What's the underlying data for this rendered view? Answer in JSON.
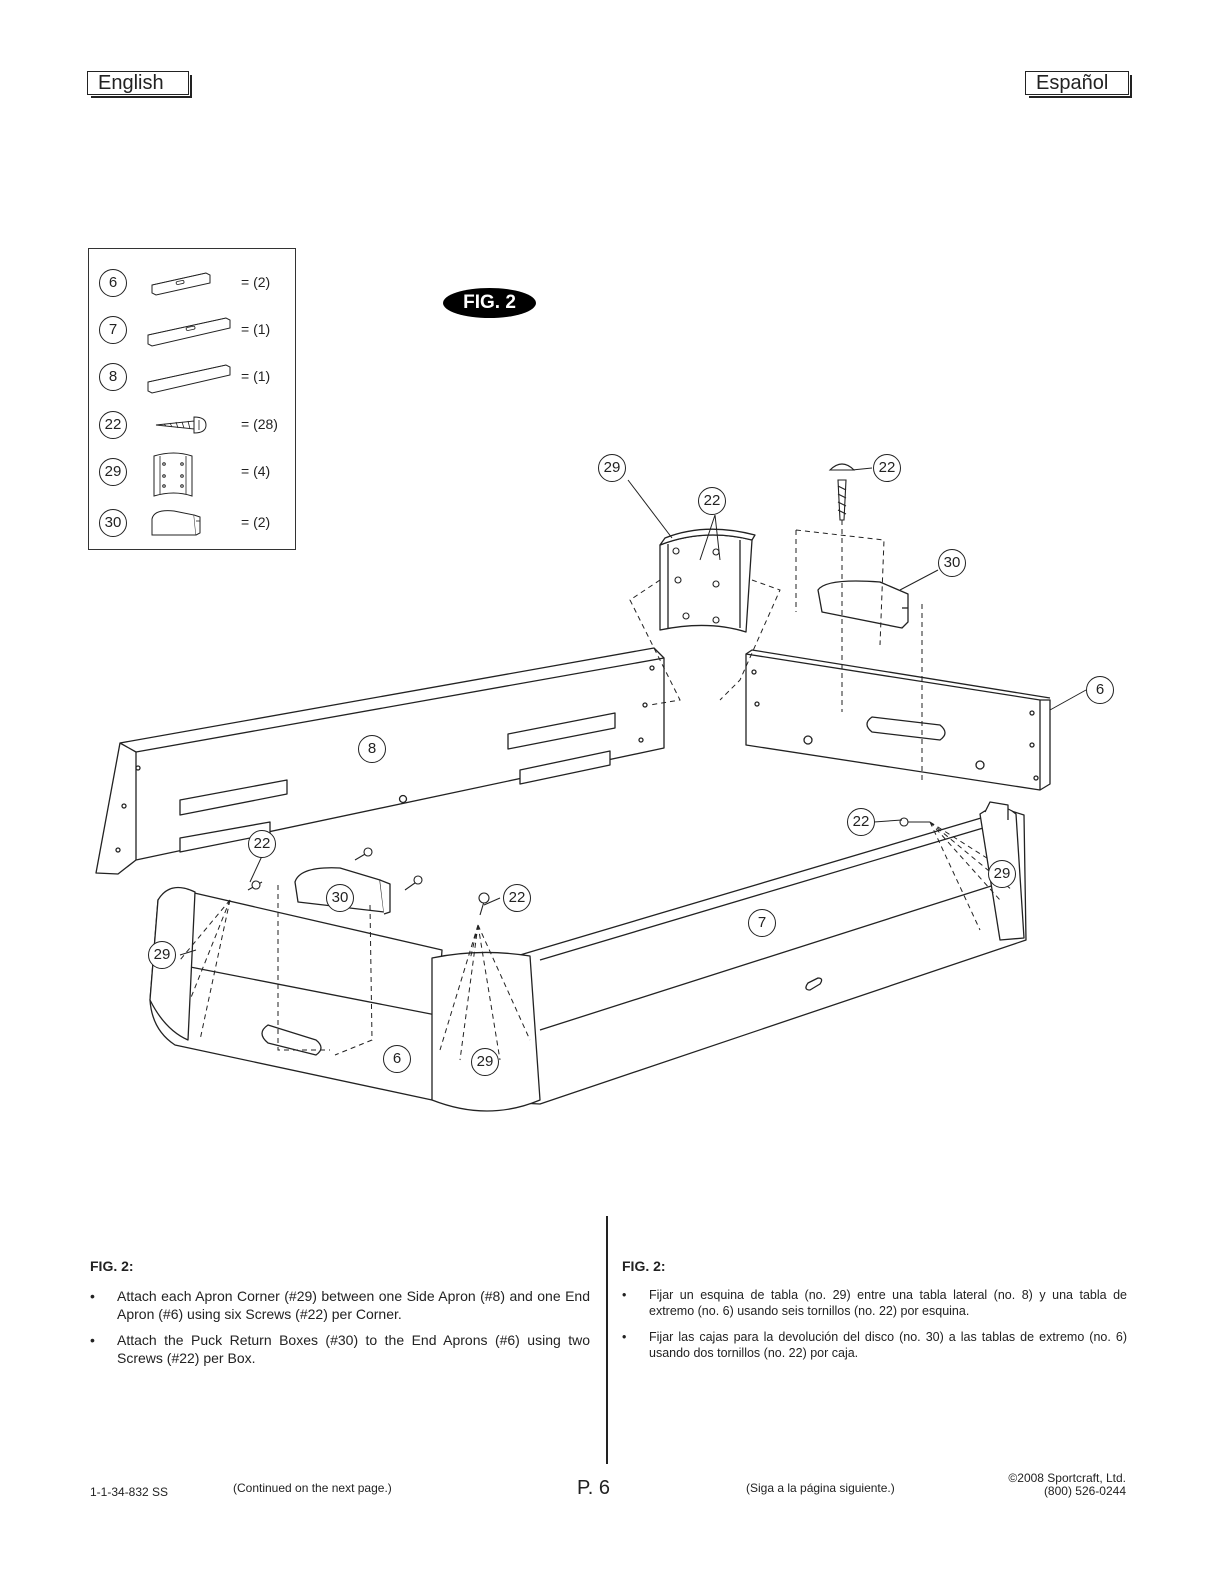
{
  "header": {
    "lang_left": "English",
    "lang_right": "Español"
  },
  "parts": [
    {
      "num": "6",
      "qty": "= (2)",
      "icon": "end-apron-icon"
    },
    {
      "num": "7",
      "qty": "= (1)",
      "icon": "side-apron-with-slot-icon"
    },
    {
      "num": "8",
      "qty": "= (1)",
      "icon": "side-apron-icon"
    },
    {
      "num": "22",
      "qty": "= (28)",
      "icon": "screw-icon"
    },
    {
      "num": "29",
      "qty": "= (4)",
      "icon": "apron-corner-icon"
    },
    {
      "num": "30",
      "qty": "= (2)",
      "icon": "puck-return-box-icon"
    }
  ],
  "figure": {
    "badge": "FIG. 2",
    "callouts": [
      "29",
      "22",
      "22",
      "30",
      "6",
      "8",
      "22",
      "29",
      "30",
      "22",
      "22",
      "29",
      "7",
      "6",
      "29"
    ]
  },
  "english": {
    "title": "FIG. 2:",
    "bullets": [
      "Attach each Apron Corner (#29) between one Side Apron (#8) and one End Apron (#6) using six Screws (#22) per Corner.",
      "Attach the Puck Return Boxes (#30) to the End Aprons (#6) using two Screws (#22) per Box."
    ]
  },
  "spanish": {
    "title": "FIG. 2:",
    "bullets": [
      "Fijar un esquina de tabla (no. 29) entre una tabla lateral (no. 8) y una tabla de extremo (no. 6) usando seis tornillos (no. 22) por esquina.",
      "Fijar las cajas para la devolución del disco (no. 30) a las tablas de extremo (no. 6) usando dos tornillos (no. 22) por caja."
    ]
  },
  "footer": {
    "code": "1-1-34-832 SS",
    "continued_en": "(Continued on the next page.)",
    "page": "P. 6",
    "continued_es": "(Siga a la página siguiente.)",
    "copyright": "©2008 Sportcraft, Ltd.",
    "phone": "(800) 526-0244"
  },
  "colors": {
    "ink": "#222222",
    "badge": "#000000"
  }
}
